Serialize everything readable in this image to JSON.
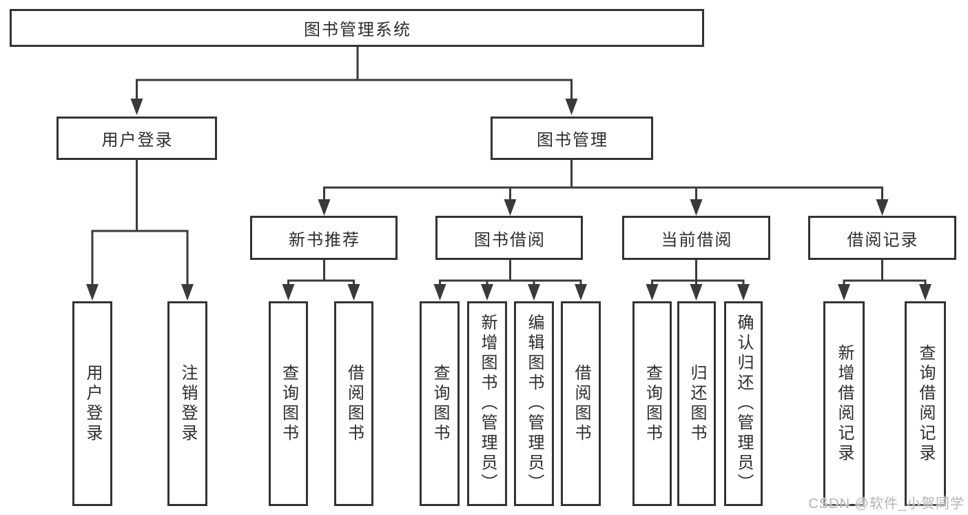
{
  "diagram": {
    "title": "图书管理系统",
    "children": [
      {
        "label": "用户登录",
        "children": [
          {
            "label": "用户登录"
          },
          {
            "label": "注销登录"
          }
        ]
      },
      {
        "label": "图书管理",
        "children": [
          {
            "label": "新书推荐",
            "children": [
              {
                "label": "查询图书"
              },
              {
                "label": "借阅图书"
              }
            ]
          },
          {
            "label": "图书借阅",
            "children": [
              {
                "label": "查询图书"
              },
              {
                "label": "新增图书（管理员）"
              },
              {
                "label": "编辑图书（管理员）"
              },
              {
                "label": "借阅图书"
              }
            ]
          },
          {
            "label": "当前借阅",
            "children": [
              {
                "label": "查询图书"
              },
              {
                "label": "归还图书"
              },
              {
                "label": "确认归还（管理员）"
              }
            ]
          },
          {
            "label": "借阅记录",
            "children": [
              {
                "label": "新增借阅记录"
              },
              {
                "label": "查询借阅记录"
              }
            ]
          }
        ]
      }
    ]
  },
  "watermark": {
    "text": "CSDN @软件_小贺同学"
  },
  "colors": {
    "line": "#3a3a3a",
    "box_border": "#333333",
    "text": "#2d2d2d",
    "background": "#ffffff",
    "watermark": "#b4b4b4"
  }
}
